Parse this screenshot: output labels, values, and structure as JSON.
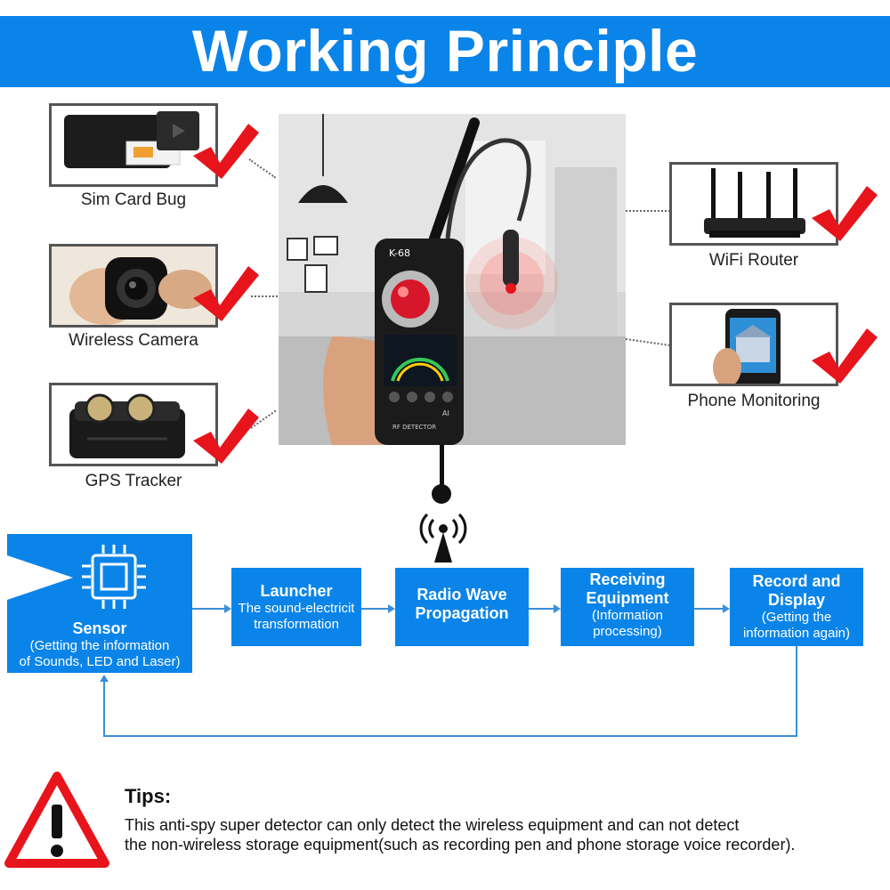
{
  "banner": {
    "title": "Working Principle"
  },
  "devices": {
    "sim_card_bug": "Sim Card Bug",
    "wireless_camera": "Wireless Camera",
    "gps_tracker": "GPS Tracker",
    "wifi_router": "WiFi Router",
    "phone_monitoring": "Phone Monitoring"
  },
  "product": {
    "model": "K-68",
    "caption": "RF DETECTOR",
    "button_label": "AI"
  },
  "flow": {
    "sensor": {
      "title": "Sensor",
      "line1": "(Getting the information",
      "line2": "of Sounds, LED and Laser)"
    },
    "launcher": {
      "title": "Launcher",
      "line1": "The sound-electricit",
      "line2": "transformation"
    },
    "radio": {
      "line1": "Radio Wave",
      "line2": "Propagation"
    },
    "receiving": {
      "title1": "Receiving",
      "title2": "Equipment",
      "line1": "(Information",
      "line2": "processing)"
    },
    "record": {
      "title1": "Record and",
      "title2": "Display",
      "line1": "(Getting the",
      "line2": "information again)"
    }
  },
  "tips": {
    "title": "Tips:",
    "line1": "This anti-spy super detector can only detect the wireless equipment and can not detect",
    "line2": "the non-wireless storage equipment(such as recording pen and phone storage voice recorder)."
  },
  "colors": {
    "accent_blue": "#0a84e8",
    "check_red": "#e8141c",
    "warning_red": "#e8141c",
    "line_blue": "#3b8fd8"
  }
}
